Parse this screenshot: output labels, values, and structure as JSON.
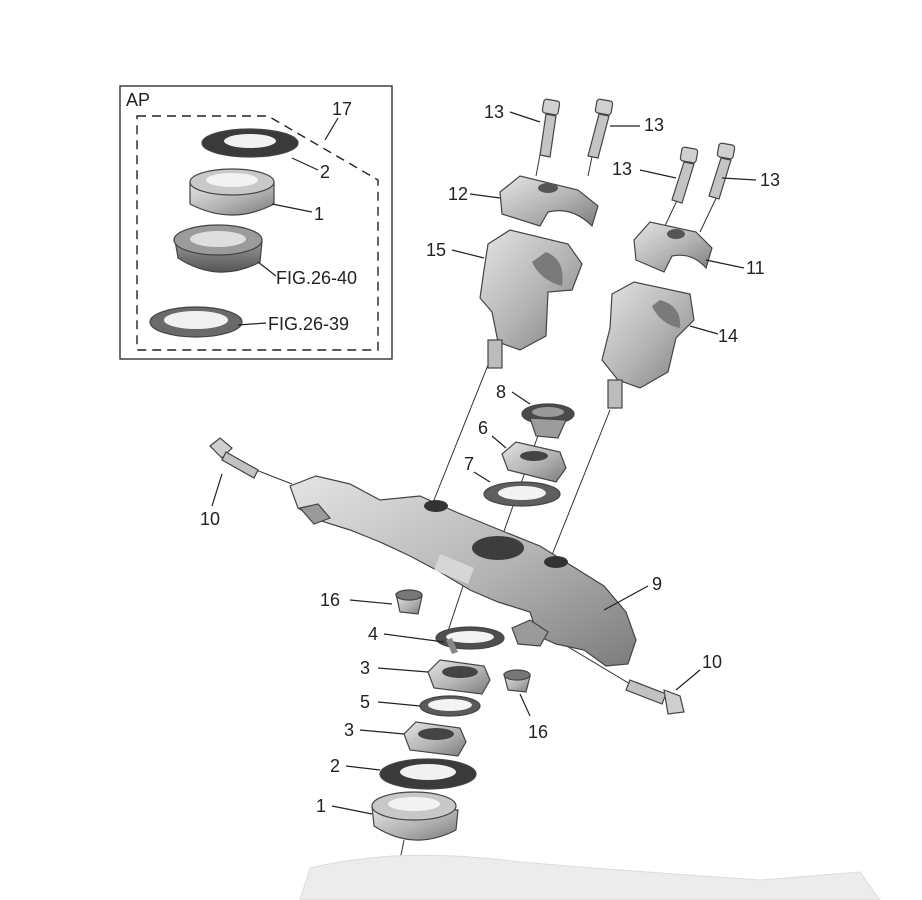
{
  "inset": {
    "label": "AP",
    "group_callout": "17",
    "parts": [
      {
        "callout": "2"
      },
      {
        "callout": "1"
      },
      {
        "callout": "FIG.26-40"
      },
      {
        "callout": "FIG.26-39"
      }
    ]
  },
  "callouts": {
    "bolt_a": "13",
    "bolt_b": "13",
    "bolt_c": "13",
    "bolt_d": "13",
    "clamp_left": "12",
    "clamp_right": "11",
    "riser_left": "15",
    "riser_right": "14",
    "cap": "8",
    "nut_top": "6",
    "washer_top": "7",
    "bolt_left": "10",
    "bolt_right": "10",
    "triple_clamp": "9",
    "bushing_left": "16",
    "bushing_right": "16",
    "lockwasher": "4",
    "nut_upper": "3",
    "washer_mid": "5",
    "nut_lower": "3",
    "seal": "2",
    "bearing": "1"
  }
}
